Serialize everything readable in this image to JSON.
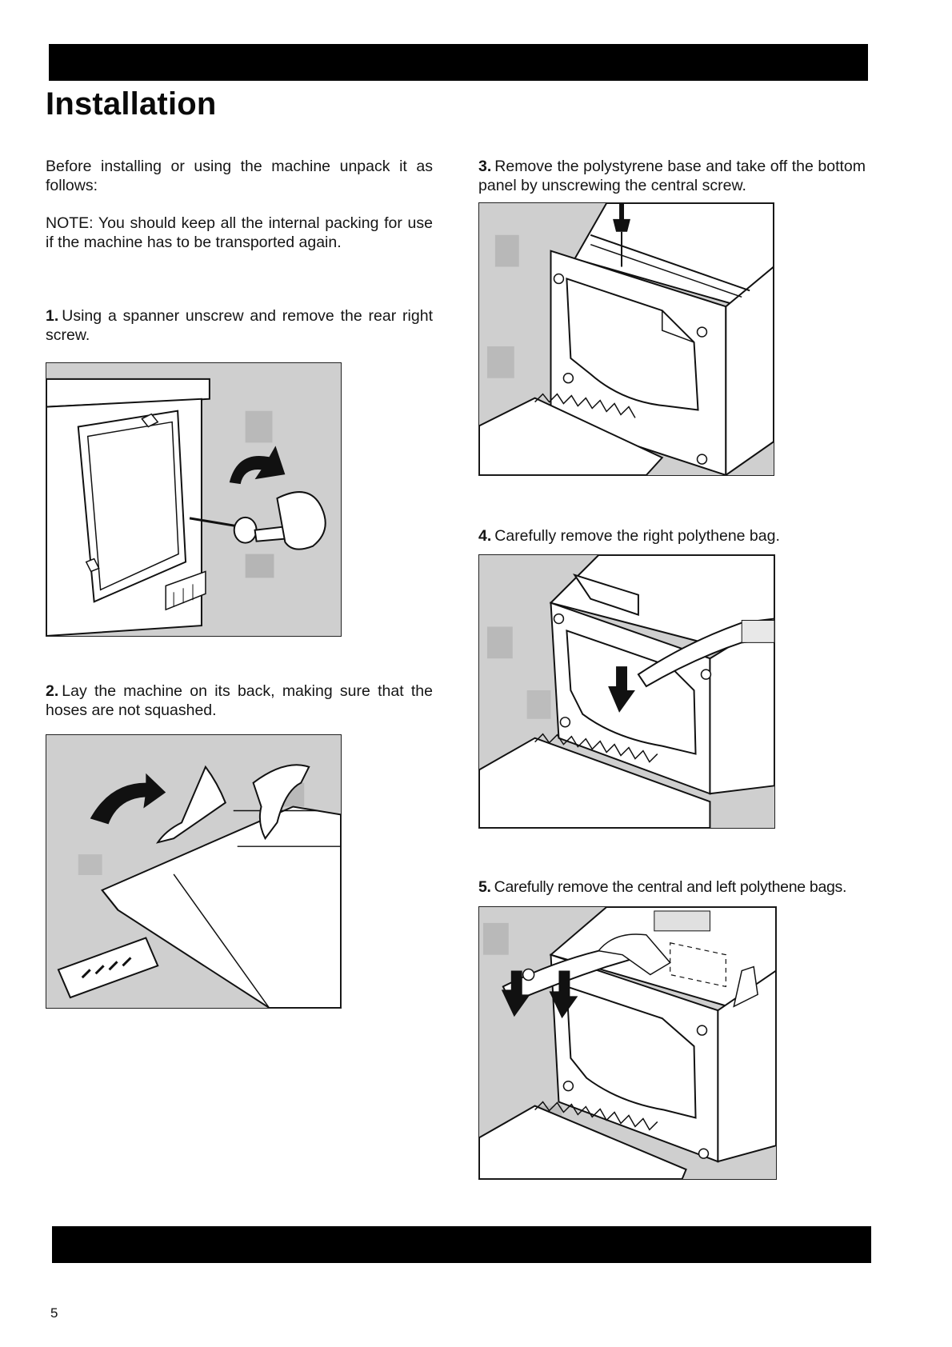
{
  "header": {
    "title": "Installation"
  },
  "intro": {
    "text": "Before installing or using the machine unpack it as follows:",
    "note": "NOTE: You should keep all the internal packing for use if the machine has to be transported again."
  },
  "steps": [
    {
      "number": "1.",
      "text": "Using a spanner unscrew and remove the rear right screw."
    },
    {
      "number": "2.",
      "text": "Lay the machine on its back, making sure that the hoses are not squashed."
    },
    {
      "number": "3.",
      "text": "Remove the polystyrene base and take off the bottom panel by unscrewing the central screw."
    },
    {
      "number": "4.",
      "text": "Carefully remove the right polythene bag."
    },
    {
      "number": "5.",
      "text": "Carefully remove the central and left polythene bags."
    }
  ],
  "footer": {
    "page_number": "5"
  },
  "colors": {
    "bar": "#000000",
    "illustration_background": "#cfcfcf"
  },
  "icons": [
    "rotate-arrow-icon",
    "down-arrow-icon",
    "left-arrow-icon"
  ]
}
